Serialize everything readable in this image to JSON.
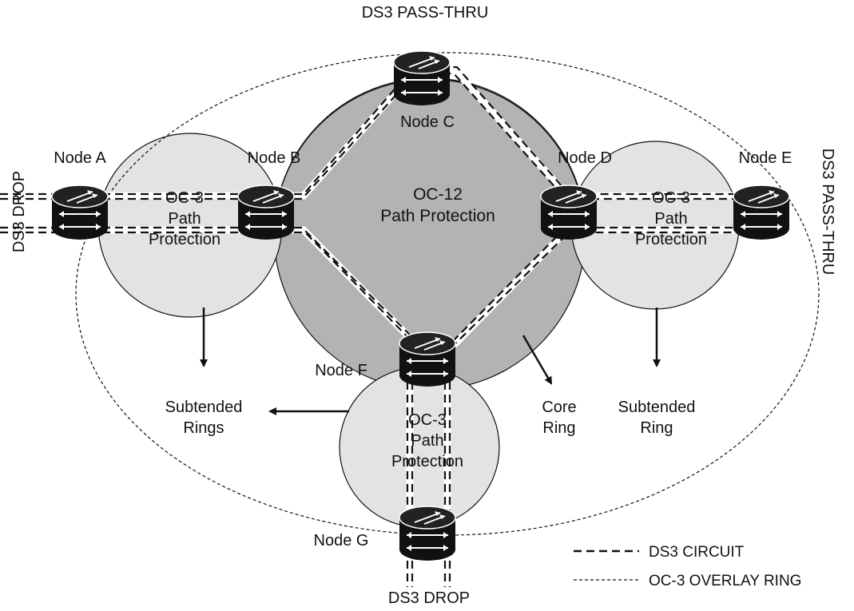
{
  "diagram": {
    "top_label": "DS3 PASS-THRU",
    "right_label": "DS3 PASS-THRU",
    "left_label": "DS3 DROP",
    "bottom_label": "DS3 DROP",
    "nodes": {
      "a": "Node A",
      "b": "Node B",
      "c": "Node C",
      "d": "Node D",
      "e": "Node E",
      "f": "Node F",
      "g": "Node G"
    },
    "rings": {
      "core": [
        "OC-12",
        "Path Protection"
      ],
      "left": [
        "OC-3",
        "Path",
        "Protection"
      ],
      "right": [
        "OC-3",
        "Path",
        "Protection"
      ],
      "bottom": [
        "OC-3",
        "Path",
        "Protection"
      ]
    },
    "annotations": {
      "subtended_rings": [
        "Subtended",
        "Rings"
      ],
      "core_ring": [
        "Core",
        "Ring"
      ],
      "subtended_ring": [
        "Subtended",
        "Ring"
      ]
    },
    "legend": {
      "ds3_circuit": "DS3 CIRCUIT",
      "oc3_overlay": "OC-3 OVERLAY RING"
    },
    "colors": {
      "core_ring_fill": "#b3b3b3",
      "sub_ring_fill": "#e3e3e3",
      "node_fill": "#111111",
      "line": "#111111"
    }
  }
}
